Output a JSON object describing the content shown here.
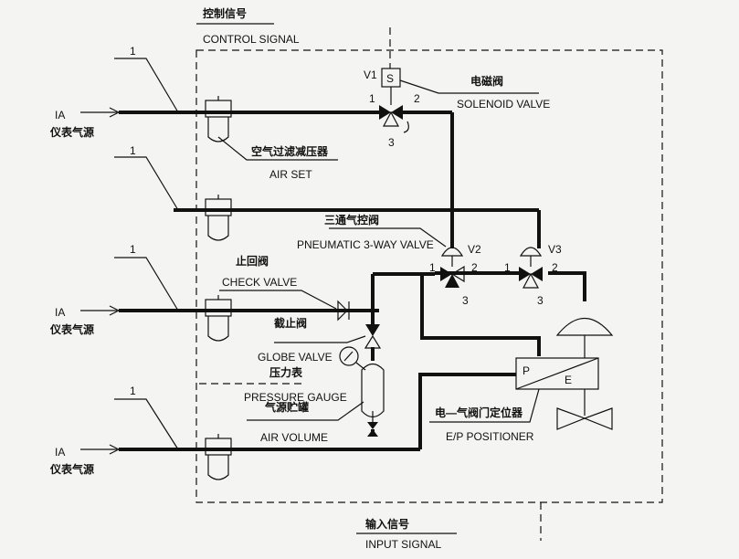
{
  "labels": {
    "control_signal_zh": "控制信号",
    "control_signal_en": "CONTROL SIGNAL",
    "input_signal_zh": "输入信号",
    "input_signal_en": "INPUT SIGNAL",
    "solenoid_zh": "电磁阀",
    "solenoid_en": "SOLENOID VALVE",
    "air_set_zh": "空气过滤减压器",
    "air_set_en": "AIR SET",
    "pneumatic_zh": "三通气控阀",
    "pneumatic_en": "PNEUMATIC 3-WAY VALVE",
    "check_zh": "止回阀",
    "check_en": "CHECK VALVE",
    "globe_zh": "截止阀",
    "globe_en": "GLOBE VALVE",
    "gauge_zh": "压力表",
    "gauge_en": "PRESSURE GAUGE",
    "volume_zh": "气源贮罐",
    "volume_en": "AIR VOLUME",
    "positioner_zh": "电—气阀门定位器",
    "positioner_en": "E/P POSITIONER",
    "v1": "V1",
    "v2": "V2",
    "v3": "V3",
    "s_symbol": "S",
    "p_symbol": "P",
    "e_symbol": "E",
    "port_1": "1",
    "port_2": "2",
    "port_3": "3",
    "leader_num": "1",
    "ia": "IA",
    "ia_zh": "仪表气源"
  }
}
